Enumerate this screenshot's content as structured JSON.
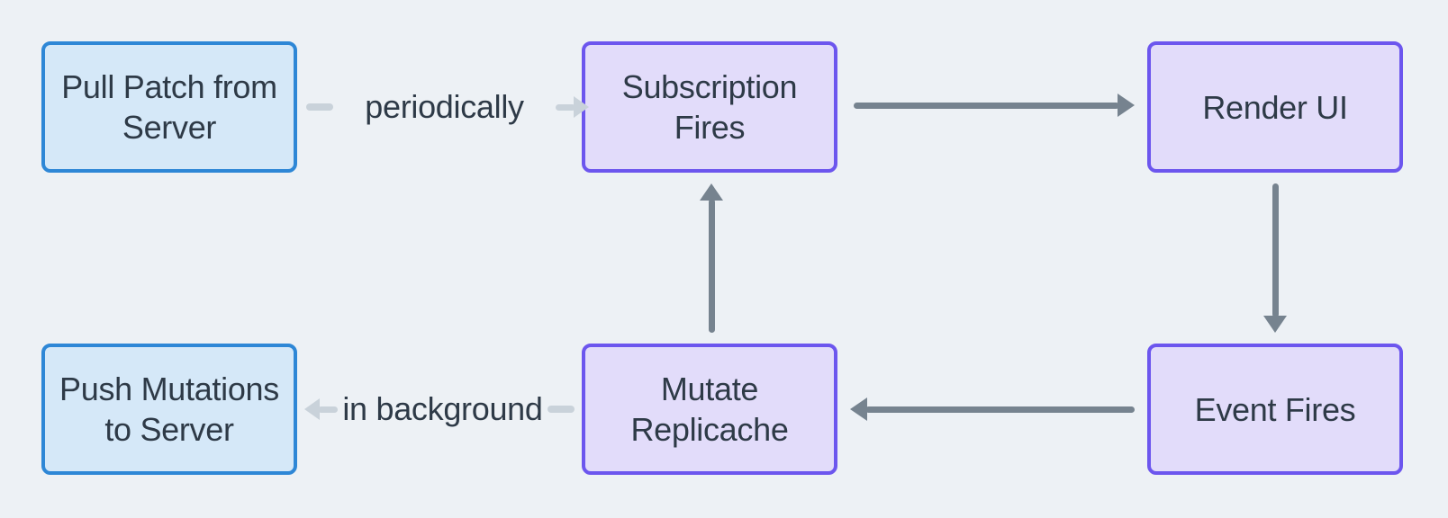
{
  "diagram": {
    "colors": {
      "bg": "#edf1f5",
      "blue_fill": "#d5e8f8",
      "blue_border": "#2e87d6",
      "purple_fill": "#e2dcfa",
      "purple_border": "#6c56ee",
      "arrow_dark": "#76838f",
      "arrow_light": "#c9d2da",
      "text": "#2e3a47"
    },
    "nodes": [
      {
        "id": "pull-patch-from-server",
        "label": "Pull Patch from\nServer",
        "variant": "blue"
      },
      {
        "id": "subscription-fires",
        "label": "Subscription\nFires",
        "variant": "purple"
      },
      {
        "id": "render-ui",
        "label": "Render UI",
        "variant": "purple"
      },
      {
        "id": "push-mutations-to-server",
        "label": "Push Mutations\nto Server",
        "variant": "blue"
      },
      {
        "id": "mutate-replicache",
        "label": "Mutate\nReplicache",
        "variant": "purple"
      },
      {
        "id": "event-fires",
        "label": "Event Fires",
        "variant": "purple"
      }
    ],
    "edges": [
      {
        "id": "pull-to-subscription",
        "from": "pull-patch-from-server",
        "to": "subscription-fires",
        "label": "periodically",
        "style": "light"
      },
      {
        "id": "subscription-to-render",
        "from": "subscription-fires",
        "to": "render-ui",
        "style": "dark"
      },
      {
        "id": "render-to-event",
        "from": "render-ui",
        "to": "event-fires",
        "style": "dark"
      },
      {
        "id": "event-to-mutate",
        "from": "event-fires",
        "to": "mutate-replicache",
        "style": "dark"
      },
      {
        "id": "mutate-to-subscription",
        "from": "mutate-replicache",
        "to": "subscription-fires",
        "style": "dark"
      },
      {
        "id": "mutate-to-push",
        "from": "mutate-replicache",
        "to": "push-mutations-to-server",
        "label": "in background",
        "style": "light"
      }
    ]
  }
}
